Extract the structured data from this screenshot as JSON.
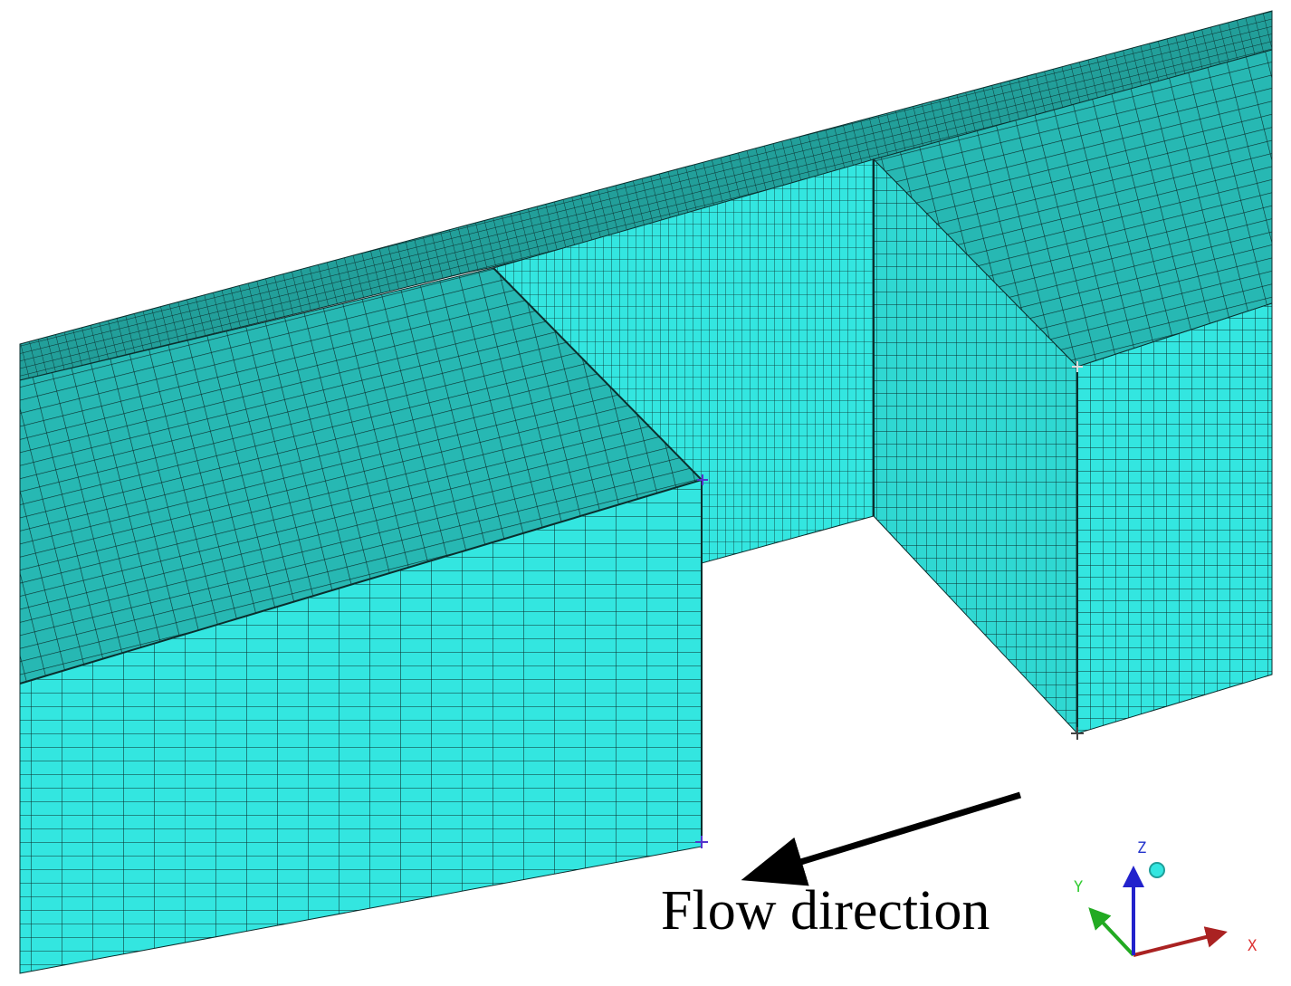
{
  "figure": {
    "flow_label": "Flow direction"
  },
  "axis_triad": {
    "x_label": "X",
    "y_label": "Y",
    "z_label": "Z",
    "x_color": "#aa2222",
    "y_color": "#22aa22",
    "z_color": "#2222cc",
    "x_label_color": "#dd3333",
    "y_label_color": "#33cc33",
    "z_label_color": "#2233cc"
  },
  "colors": {
    "mesh_face": "#33e6e0",
    "mesh_top": "#27b8b3",
    "mesh_top_dark": "#1f9e99",
    "mesh_lines": "#0b2e2d",
    "background": "#ffffff",
    "arrow": "#000000",
    "node_marker": "#5533cc"
  }
}
